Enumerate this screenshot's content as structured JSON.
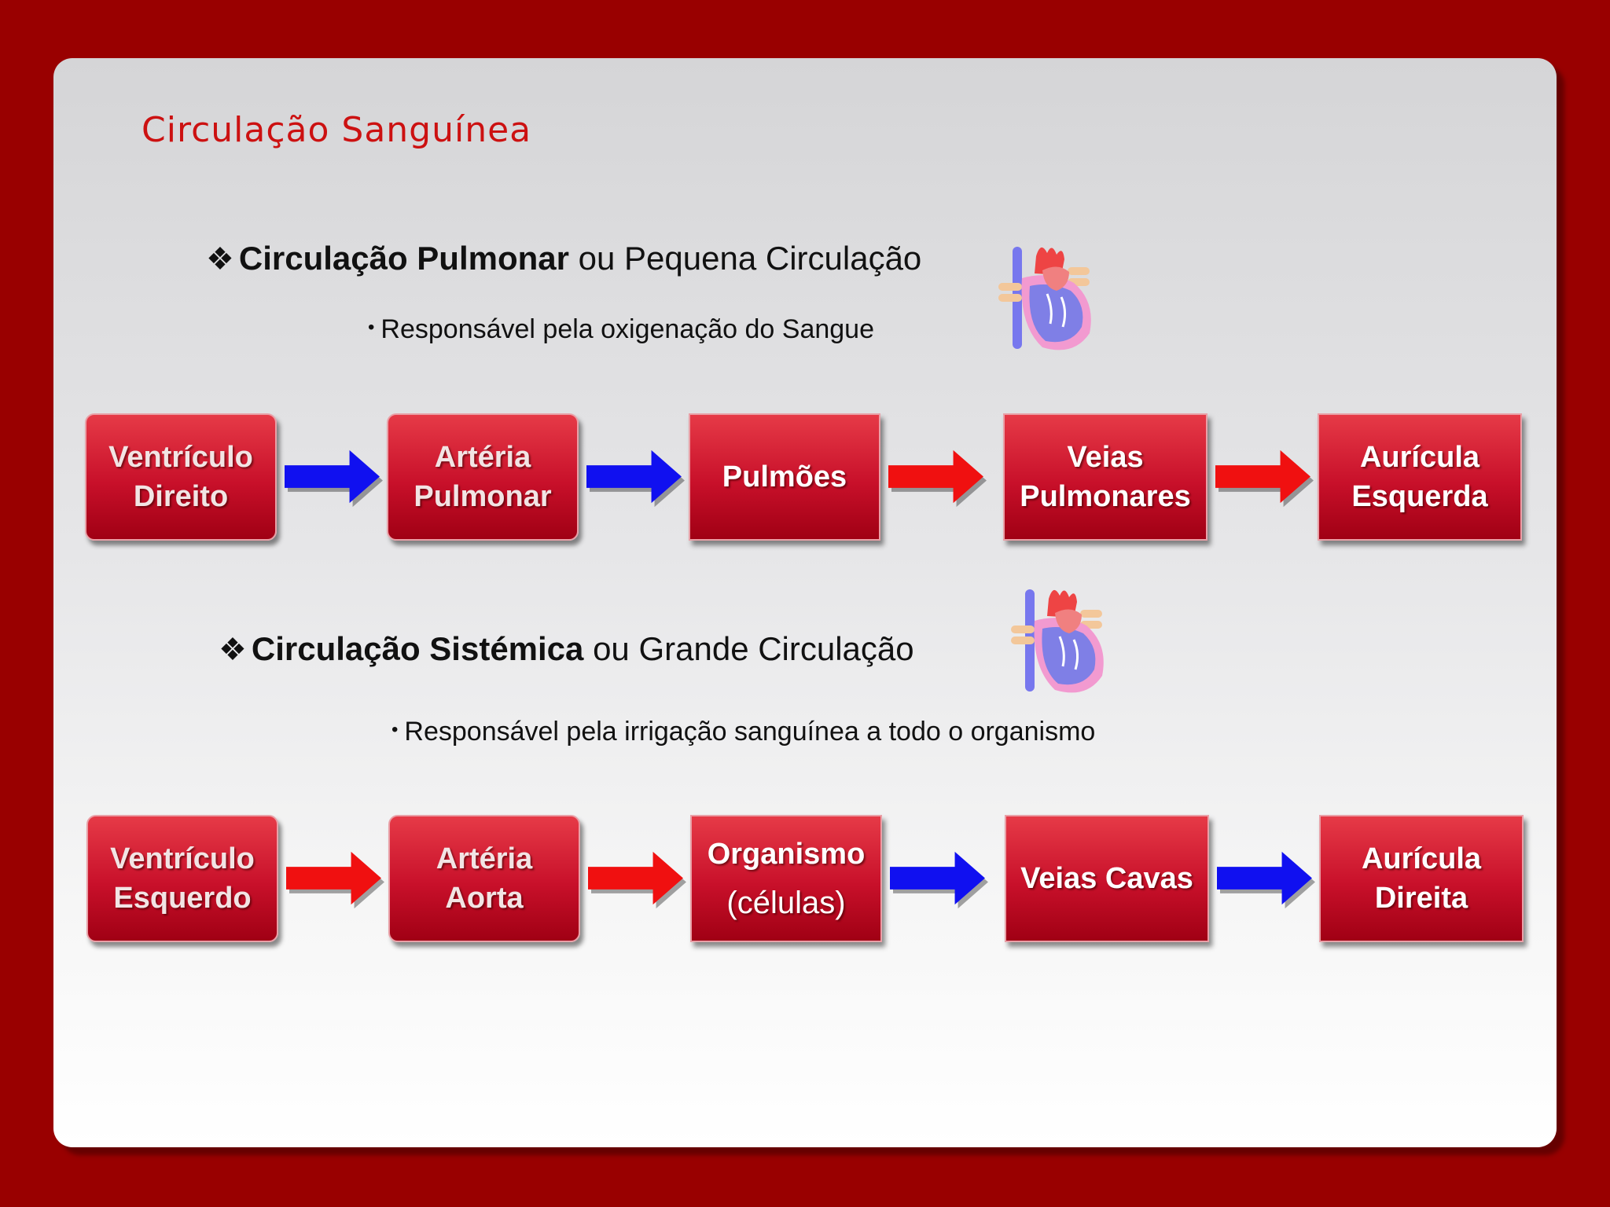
{
  "slide": {
    "title": "Circulação Sanguínea",
    "pulmonary": {
      "heading_bold": "Circulação Pulmonar",
      "heading_rest": "ou Pequena Circulação",
      "description": "Responsável pela oxigenação do Sangue",
      "flow": [
        {
          "lines": [
            "Ventrículo",
            "Direito"
          ]
        },
        {
          "lines": [
            "Artéria",
            "Pulmonar"
          ]
        },
        {
          "lines": [
            "Pulmões"
          ]
        },
        {
          "lines": [
            "Veias",
            "Pulmonares"
          ]
        },
        {
          "lines": [
            "Aurícula",
            "Esquerda"
          ]
        }
      ],
      "arrow_colors": [
        "blue",
        "blue",
        "red",
        "red"
      ]
    },
    "systemic": {
      "heading_bold": "Circulação Sistémica",
      "heading_rest": "ou Grande Circulação",
      "description": "Responsável pela irrigação sanguínea a todo o organismo",
      "flow": [
        {
          "lines": [
            "Ventrículo",
            "Esquerdo"
          ]
        },
        {
          "lines": [
            "Artéria",
            "Aorta"
          ]
        },
        {
          "lines": [
            "Organismo",
            "(células)"
          ]
        },
        {
          "lines": [
            "Veias Cavas"
          ]
        },
        {
          "lines": [
            "Aurícula",
            "Direita"
          ]
        }
      ],
      "arrow_colors": [
        "red",
        "red",
        "blue",
        "blue"
      ]
    }
  },
  "colors": {
    "background": "#990000",
    "title": "#cc1111",
    "box": "#c8102a",
    "arrow_blue": "#1010f0",
    "arrow_red": "#f01010"
  },
  "icons": {
    "heading_bullet": "four-diamond-bullet",
    "heart": "heart-anatomy-icon"
  }
}
